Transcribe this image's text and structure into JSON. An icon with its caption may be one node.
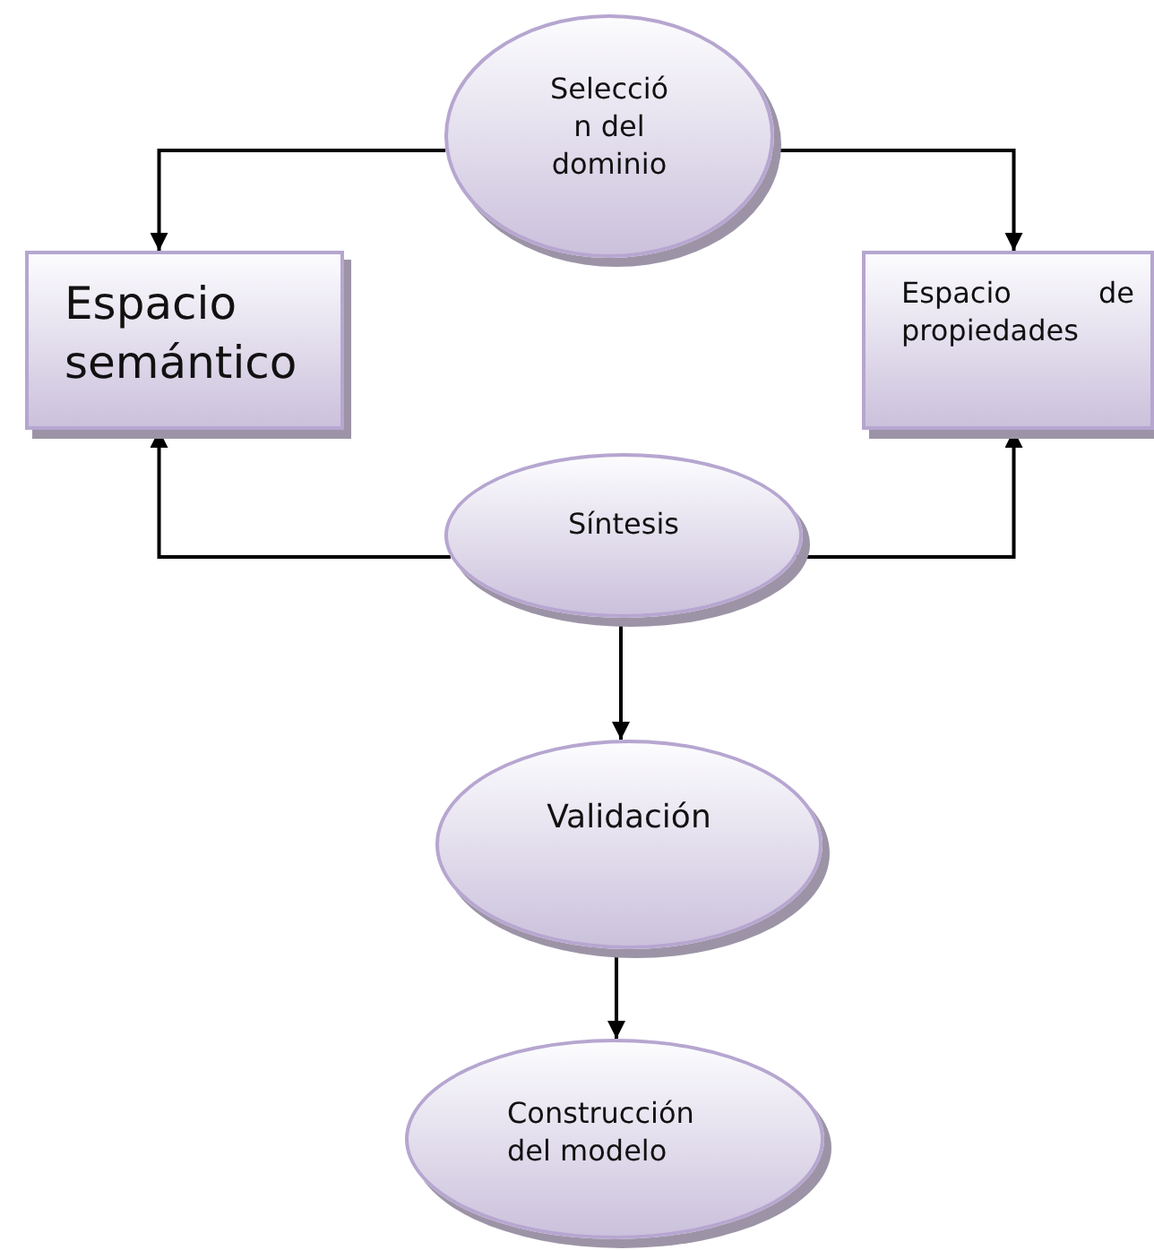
{
  "diagram": {
    "nodes": [
      {
        "text": [
          "Selecció n del dominio"
        ]
      },
      {
        "text": [
          "Espacio semántico"
        ]
      },
      {
        "text": [
          "Espacio de propiedades"
        ]
      },
      {
        "text": [
          "Síntesis"
        ]
      },
      {
        "text": [
          "Validación"
        ]
      },
      {
        "text": [
          "Construcción del modelo"
        ]
      }
    ],
    "edges": [
      {
        "from": 0,
        "to": 1,
        "arrow": "to"
      },
      {
        "from": 0,
        "to": 2,
        "arrow": "to"
      },
      {
        "from": 3,
        "to": 1,
        "arrow": "to"
      },
      {
        "from": 3,
        "to": 2,
        "arrow": "to"
      },
      {
        "from": 3,
        "to": 4,
        "arrow": "to"
      },
      {
        "from": 4,
        "to": 5,
        "arrow": "to"
      }
    ]
  }
}
